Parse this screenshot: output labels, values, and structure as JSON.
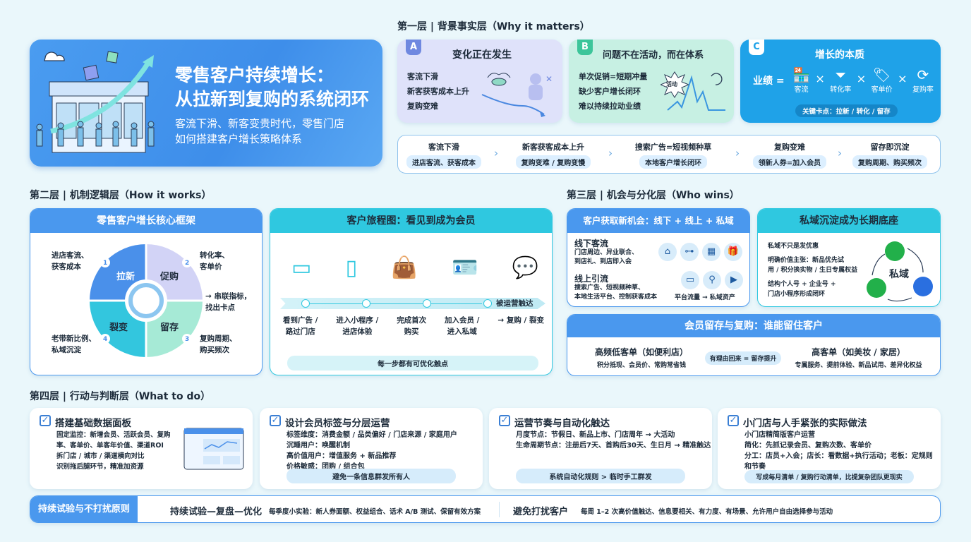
{
  "hero": {
    "title": "零售客户持续增长：\n从拉新到复购的系统闭环",
    "subtitle": "客流下滑、新客变贵时代，零售门店\n如何搭建客户增长策略体系"
  },
  "layer1": {
    "title": "第一层 | 背景事实层（Why it matters）",
    "cards": [
      {
        "badge": "A",
        "title": "变化正在发生",
        "lines": [
          "客流下滑",
          "新客获客成本上升",
          "复购变难"
        ],
        "color": "#dfe2fa"
      },
      {
        "badge": "B",
        "title": "问题不在活动，而在体系",
        "lines": [
          "单次促销=短期冲量",
          "缺少客户增长闭环",
          "难以持续拉动业绩"
        ],
        "burst": "活动",
        "color": "#c7f0e3"
      },
      {
        "badge": "C",
        "title": "增长的本质",
        "formula_label": "业绩 =",
        "factors": [
          "客流",
          "转化率",
          "客单价",
          "复购率"
        ],
        "key": "关键卡点：拉新 / 转化 / 留存",
        "color": "#1fa2e8"
      }
    ],
    "chain": [
      {
        "a": "客流下滑",
        "b": "进店客流、获客成本"
      },
      {
        "a": "新客获客成本上升",
        "b": "复购变难 / 复购变慢"
      },
      {
        "a": "搜索广告=短视频种草",
        "b": "本地客户增长闭环"
      },
      {
        "a": "复购变难",
        "b": "领新人券=加入会员"
      },
      {
        "a": "留存即沉淀",
        "b": "复购周期、购买频次"
      }
    ]
  },
  "layer2": {
    "title": "第二层 | 机制逻辑层（How it works）",
    "framework": {
      "title": "零售客户增长核心框架",
      "quadrants": [
        {
          "num": "1",
          "label": "拉新",
          "note": "进店客流、\n获客成本"
        },
        {
          "num": "2",
          "label": "促购",
          "note": "转化率、\n客单价"
        },
        {
          "num": "3",
          "label": "留存",
          "note": "复购周期、\n购买频次"
        },
        {
          "num": "4",
          "label": "裂变",
          "note": "老带新比例、\n私域沉淀"
        }
      ],
      "side_note": "→ 串联指标，\n找出卡点"
    },
    "journey": {
      "title": "客户旅程图：看见到成为会员",
      "end_label": "被运营触达",
      "steps": [
        "看到广告 /\n路过门店",
        "进入小程序 /\n进店体验",
        "完成首次\n购买",
        "加入会员 /\n进入私域",
        "→ 复购 / 裂变"
      ],
      "footer": "每一步都有可优化触点"
    }
  },
  "layer3": {
    "title": "第三层 | 机会与分化层（Who wins）",
    "acquire": {
      "title": "客户获取新机会：线下 + 线上 + 私域",
      "offline_title": "线下客流",
      "offline_text": "门店周边、异业联合、\n到店礼、到店即入会",
      "online_title": "线上引流",
      "online_text": "搜索广告、短视频种草、\n本地生活平台、控制获客成本",
      "flow_label": "平台流量 → 私域资产"
    },
    "private": {
      "title": "私域沉淀成为长期底座",
      "lines": [
        "私域不只是发优惠",
        "明确价值主张：新品优先试\n用 / 积分换实物 / 生日专属权益",
        "结构个人号 + 企业号 +\n门店小程序形成闭环"
      ],
      "center": "私域"
    },
    "retain": {
      "title": "会员留存与复购：谁能留住客户",
      "left_title": "高频低客单（如便利店）",
      "left_text": "积分抵现、会员价、常购常省钱",
      "mid": "有理由回来 = 留存提升",
      "right_title": "高客单（如美妆 / 家居）",
      "right_text": "专属服务、提前体验、新品试用、差异化权益"
    }
  },
  "layer4": {
    "title": "第四层 | 行动与判断层（What to do）",
    "actions": [
      {
        "title": "搭建基础数据面板",
        "text": "固定监控：新增会员、活跃会员、复购\n率、客单价、单客年价值、渠道ROI\n拆门店 / 城市 / 渠道横向对比\n识别拖后腿环节，精准加资源",
        "pill": ""
      },
      {
        "title": "设计会员标签与分层运营",
        "text": "标签维度：消费金额 / 品类偏好 / 门店来源 / 家庭用户\n沉睡用户：唤醒机制\n高价值用户：增值服务 + 新品推荐\n价格敏感：团购 / 组合包",
        "pill": "避免一条信息群发所有人"
      },
      {
        "title": "运营节奏与自动化触达",
        "text": "月度节点：节假日、新品上市、门店周年 → 大活动\n生命周期节点：注册后7天、首购后30天、生日月 → 精准触达",
        "pill": "系统自动化规则 > 临时手工群发"
      },
      {
        "title": "小门店与人手紧张的实际做法",
        "text": "小门店精简版客户运营\n简化：先抓记录会员、复购次数、客单价\n分工：店员+入会；店长：看数据+执行活动；老板：定规则\n和节奏",
        "pill": "写成每月清单 / 复购行动清单，比提复杂团队更现实"
      }
    ]
  },
  "principles": {
    "label": "持续试验与不打扰原则",
    "a_title": "持续试验—复盘—优化",
    "a_text": "每季度小实验：新人券面额、权益组合、话术 A/B 测试、保留有效方案",
    "b_title": "避免打扰客户",
    "b_text": "每周 1–2 次高价值触达、信息要相关、有力度、有场景、允许用户自由选择参与活动"
  },
  "colors": {
    "accent": "#4a98ee",
    "cyan": "#2fc8e0",
    "bg": "#eaf7fb"
  }
}
